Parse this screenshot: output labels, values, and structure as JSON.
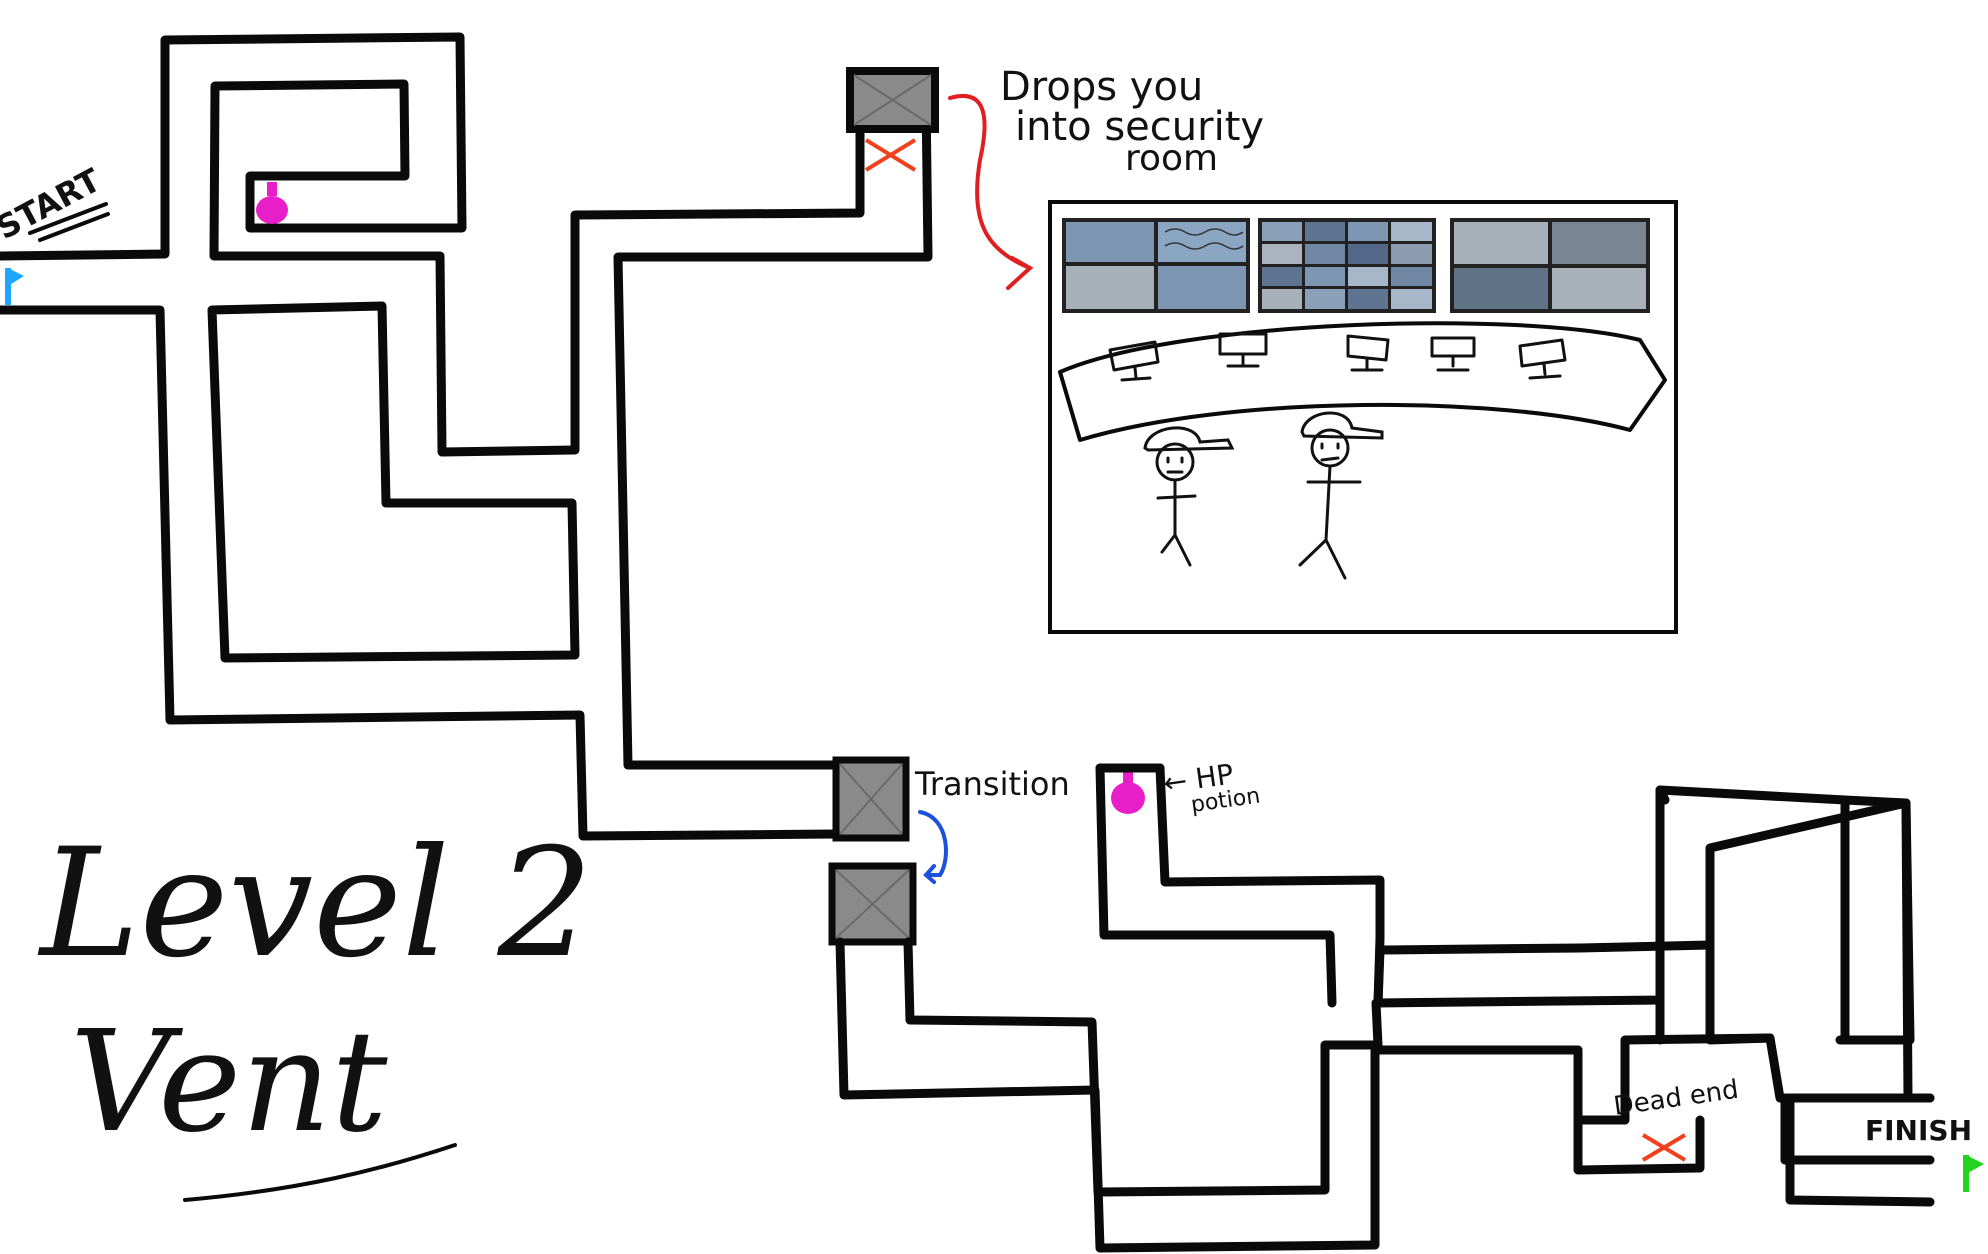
{
  "level": {
    "title_line1": "Level 2",
    "title_line2": "Vent"
  },
  "labels": {
    "start": "START",
    "finish": "FINISH",
    "drop_note_line1": "Drops you",
    "drop_note_line2": "into security",
    "drop_note_line3": "room",
    "transition": "Transition",
    "hp_line1": "← HP",
    "hp_line2": "potion",
    "dead_end": "Dead end"
  },
  "icons": {
    "start_flag": "flag-icon",
    "finish_flag": "flag-icon",
    "potion": "potion-icon",
    "vent_hatch": "vent-hatch-icon",
    "blocked": "cross-icon"
  },
  "colors": {
    "wall": "#0a0a0a",
    "hatch": "#8a8a8a",
    "potion": "#e81ec8",
    "start_flag": "#1ea7ff",
    "finish_flag": "#22d41e",
    "drop_arrow": "#e02020",
    "transition_arrow": "#1e50e0",
    "blocked_cross": "#f0401e"
  }
}
